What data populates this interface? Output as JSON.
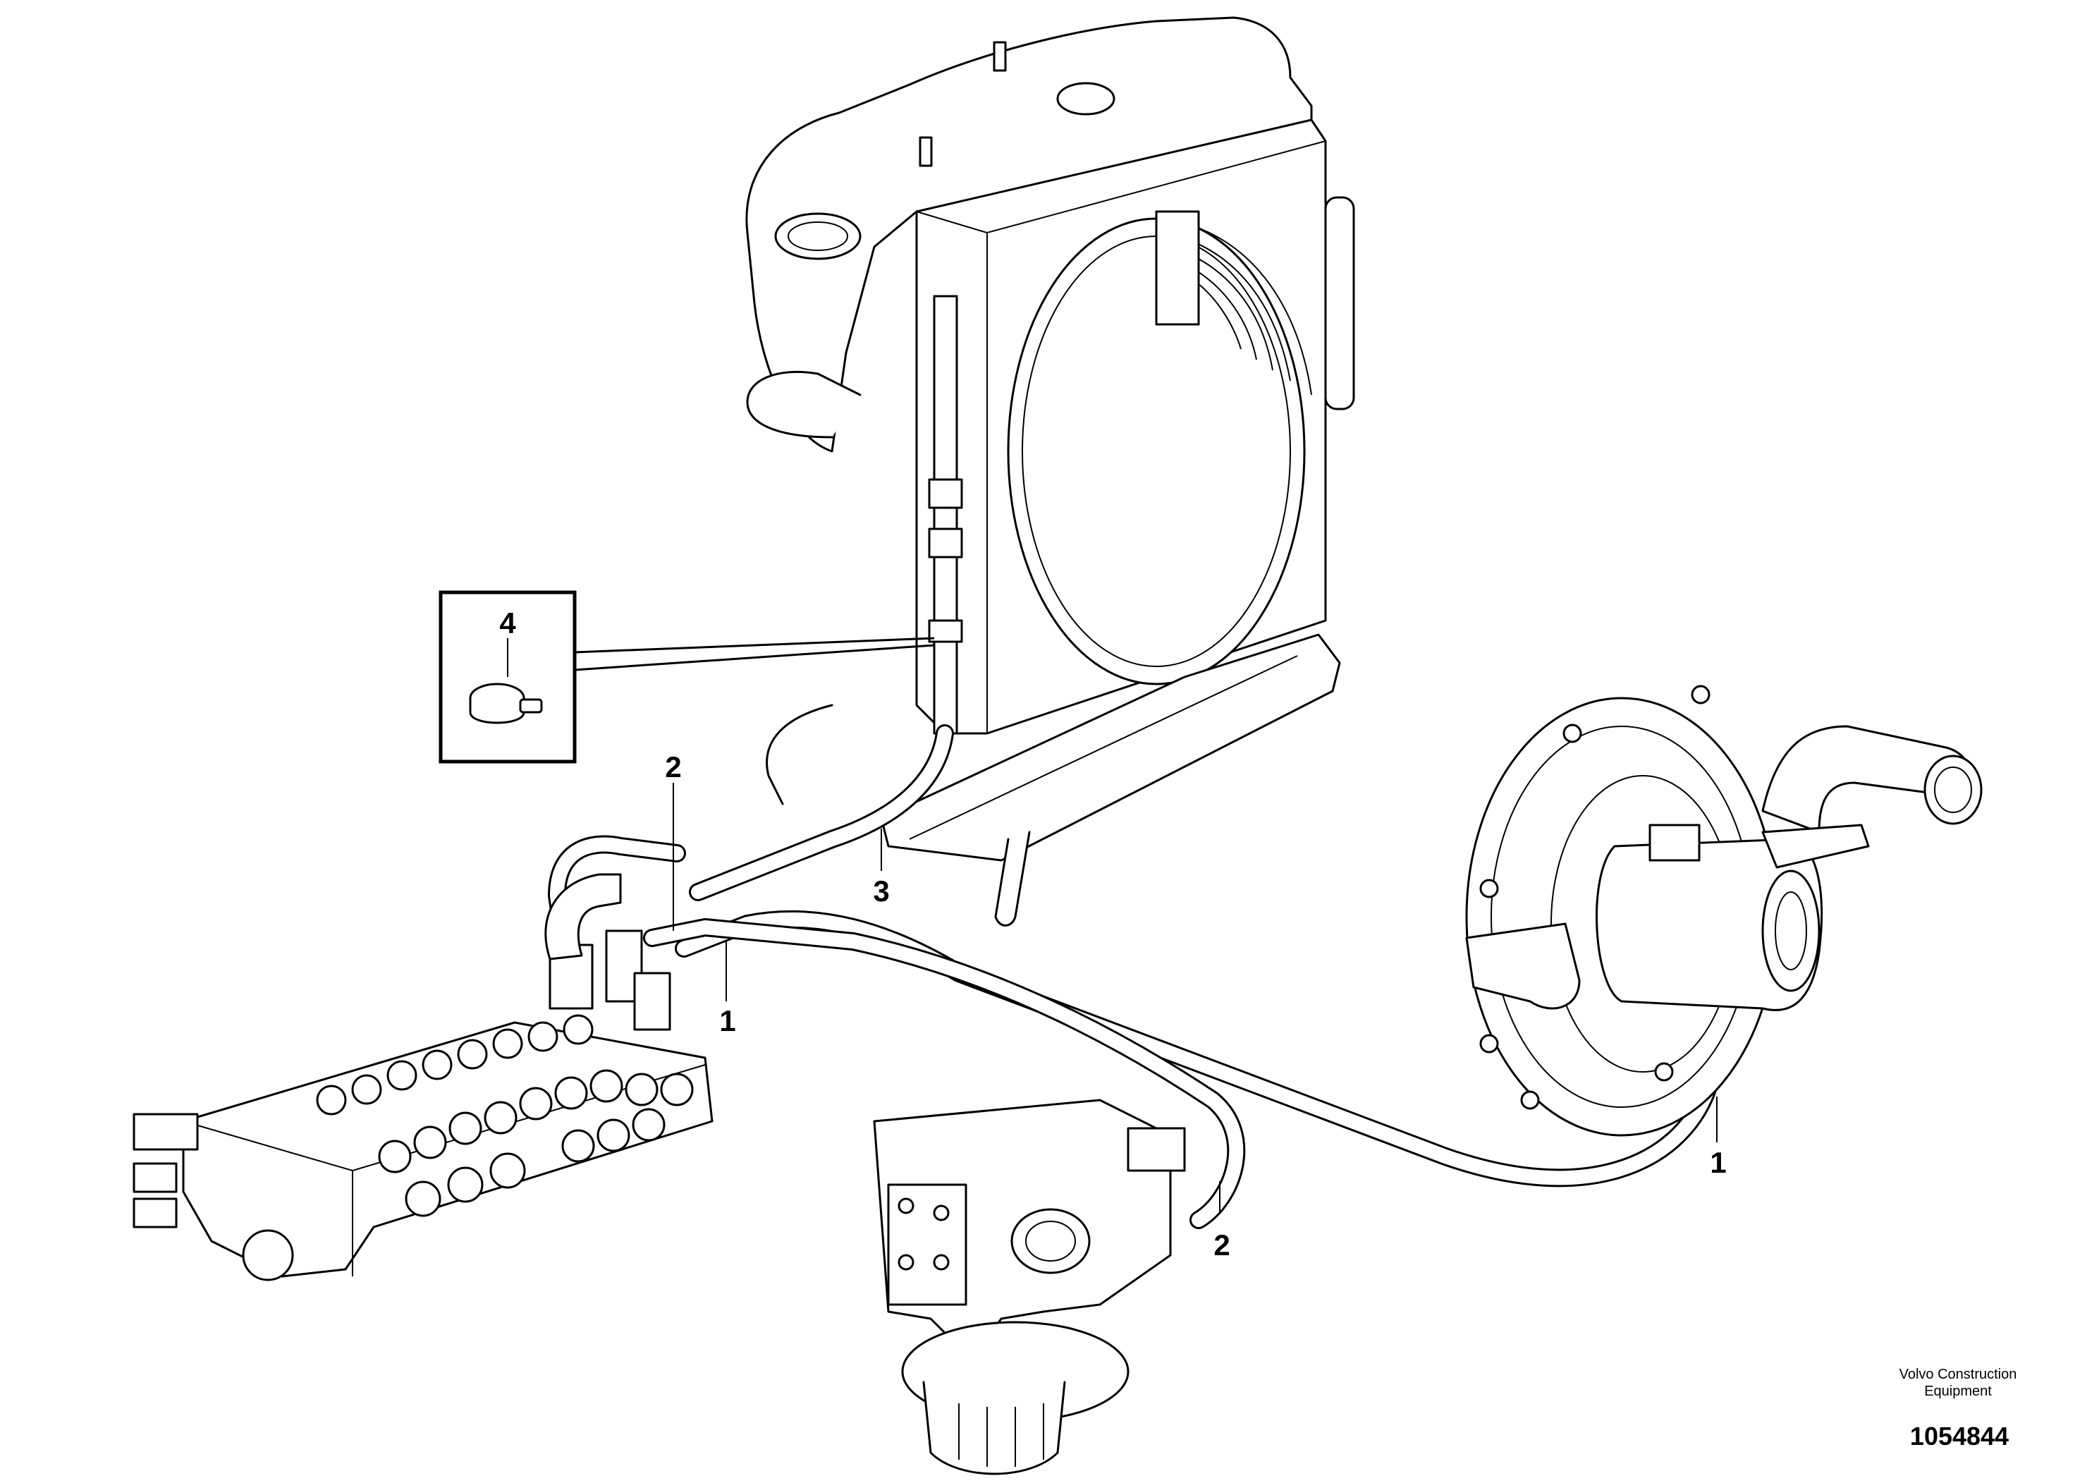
{
  "callouts": {
    "hose_1_upper": "1",
    "hose_1_right": "1",
    "hose_2_upper": "2",
    "hose_2_lower": "2",
    "hose_3": "3",
    "clamp_4": "4"
  },
  "footer": {
    "brand_line1": "Volvo Construction",
    "brand_line2": "Equipment",
    "document_number": "1054844"
  },
  "icons": [
    "radiator-assembly",
    "control-valve-block",
    "hydraulic-pump",
    "swing-motor",
    "hose-clamp"
  ]
}
